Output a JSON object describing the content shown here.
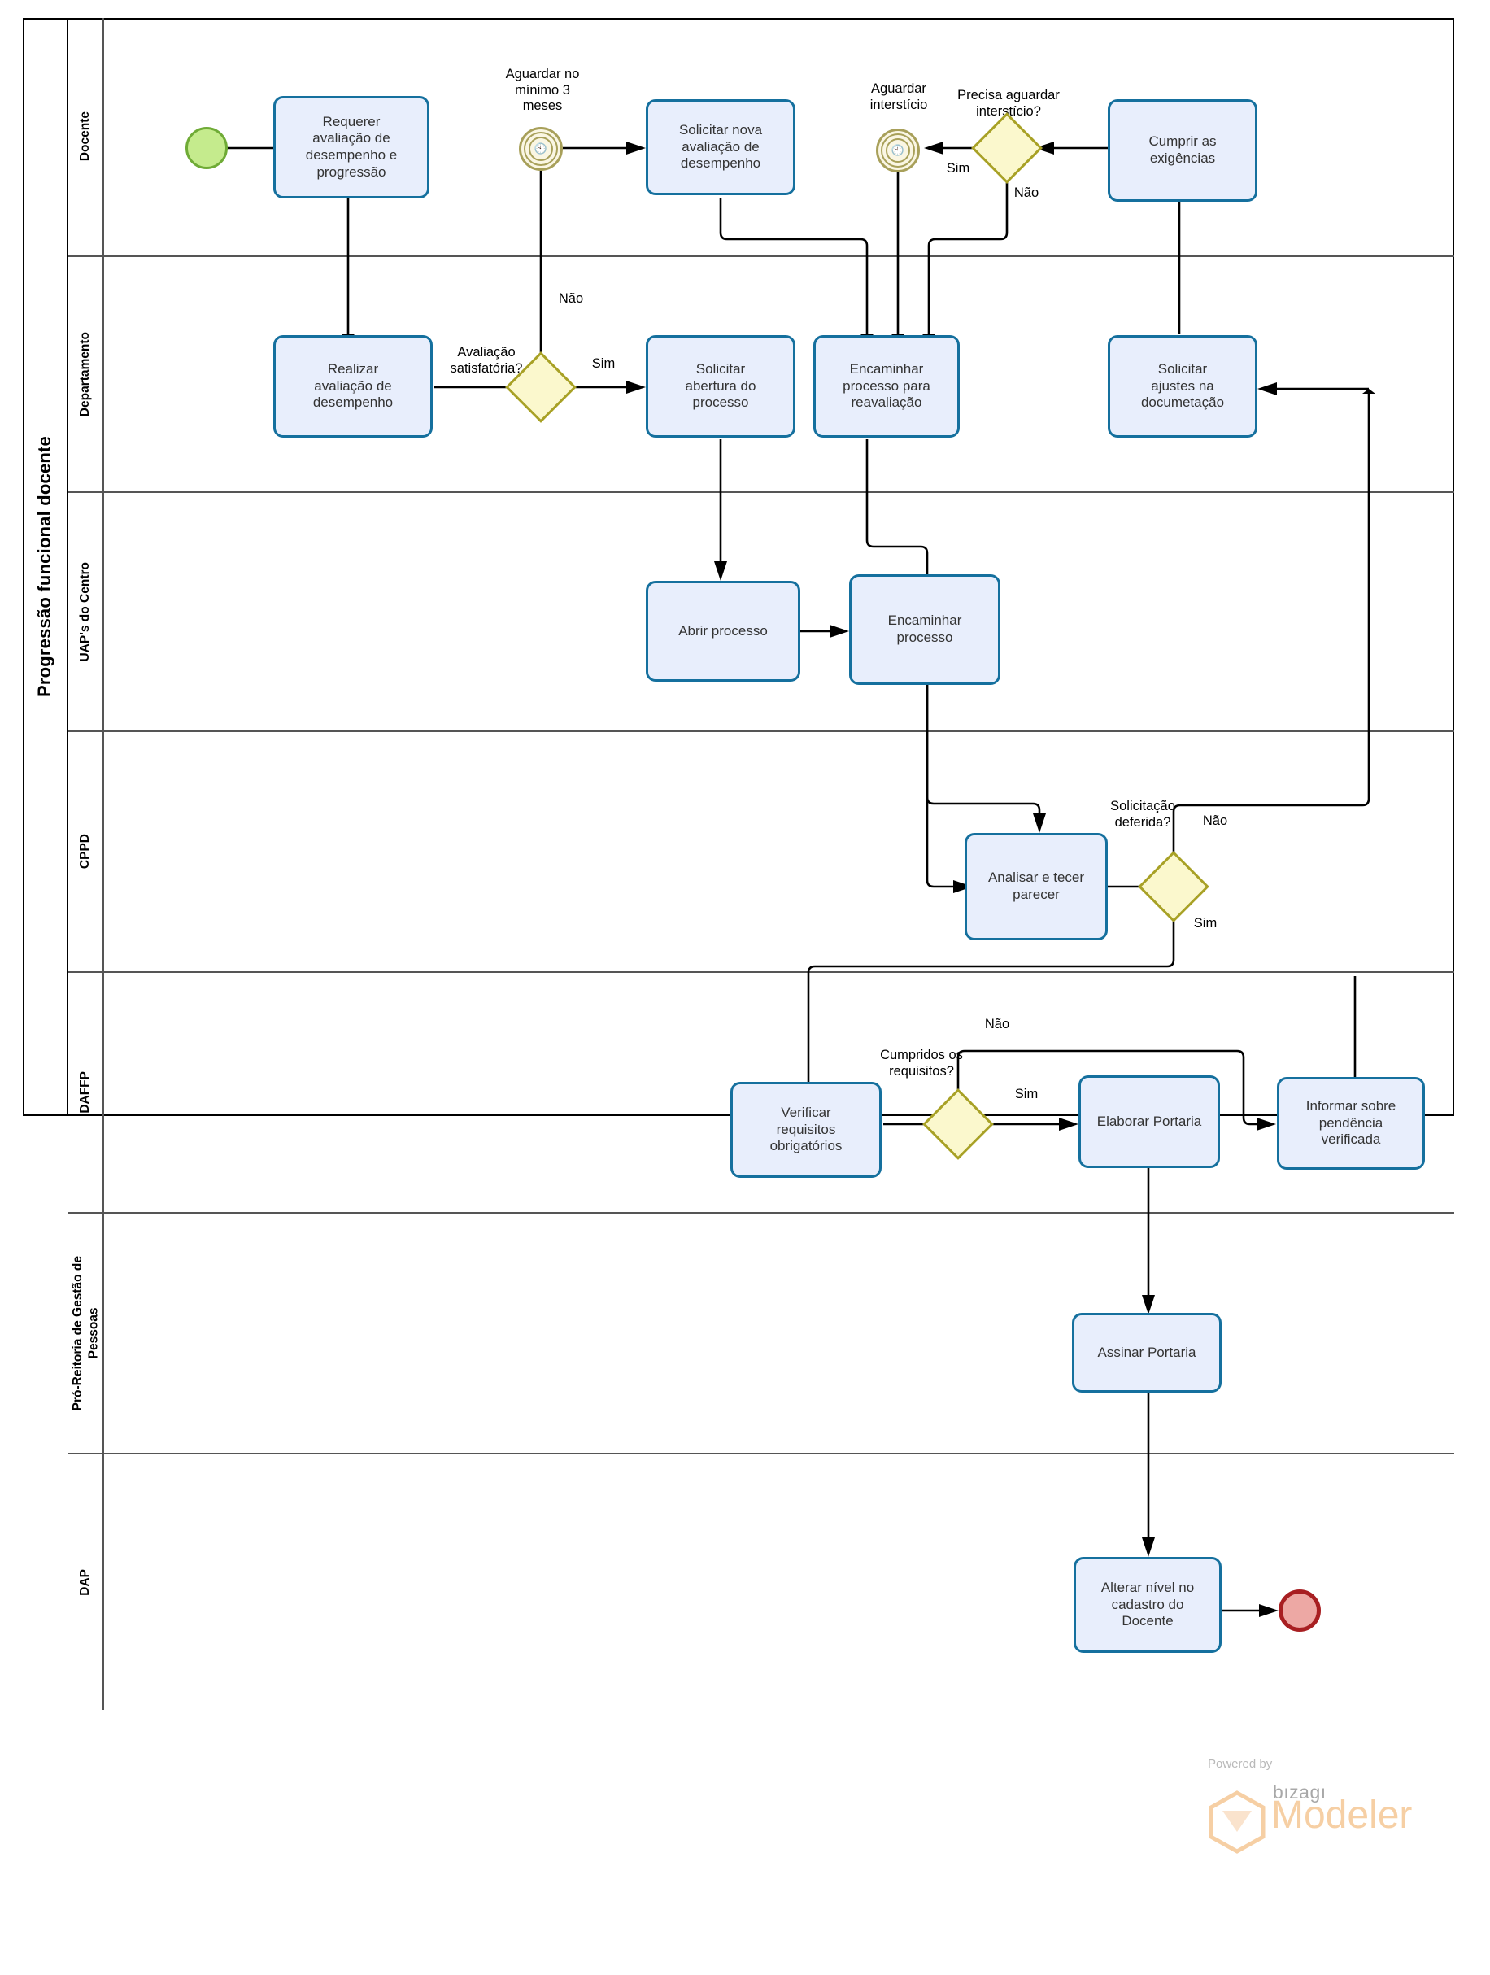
{
  "pool": {
    "title": "Progressão funcional docente"
  },
  "lanes": [
    {
      "id": "docente",
      "label": "Docente"
    },
    {
      "id": "departamento",
      "label": "Departamento"
    },
    {
      "id": "uaps",
      "label": "UAP's do Centro"
    },
    {
      "id": "cppd",
      "label": "CPPD"
    },
    {
      "id": "daffp",
      "label": "DAFFP"
    },
    {
      "id": "progep",
      "label": "Pró-Reitoria de Gestão de\nPessoas"
    },
    {
      "id": "dap",
      "label": "DAP"
    }
  ],
  "tasks": [
    {
      "id": "t1",
      "lane": "docente",
      "label": "Requerer\navaliação de\ndesempenho e\nprogressão"
    },
    {
      "id": "t2",
      "lane": "docente",
      "label": "Solicitar nova\navaliação de\ndesempenho"
    },
    {
      "id": "t3",
      "lane": "docente",
      "label": "Cumprir as\nexigências"
    },
    {
      "id": "t4",
      "lane": "departamento",
      "label": "Realizar\navaliação de\ndesempenho"
    },
    {
      "id": "t5",
      "lane": "departamento",
      "label": "Solicitar\nabertura do\nprocesso"
    },
    {
      "id": "t6",
      "lane": "departamento",
      "label": "Encaminhar\nprocesso para\nreavaliação"
    },
    {
      "id": "t7",
      "lane": "departamento",
      "label": "Solicitar\najustes na\ndocumetação"
    },
    {
      "id": "t8",
      "lane": "uaps",
      "label": "Abrir processo"
    },
    {
      "id": "t9",
      "lane": "uaps",
      "label": "Encaminhar\nprocesso"
    },
    {
      "id": "t10",
      "lane": "cppd",
      "label": "Analisar e tecer\nparecer"
    },
    {
      "id": "t11",
      "lane": "daffp",
      "label": "Verificar\nrequisitos\nobrigatórios"
    },
    {
      "id": "t12",
      "lane": "daffp",
      "label": "Elaborar Portaria"
    },
    {
      "id": "t13",
      "lane": "daffp",
      "label": "Informar sobre\npendência\nverificada"
    },
    {
      "id": "t14",
      "lane": "progep",
      "label": "Assinar Portaria"
    },
    {
      "id": "t15",
      "lane": "dap",
      "label": "Alterar nível no\ncadastro do\nDocente"
    }
  ],
  "gateways": [
    {
      "id": "g1",
      "lane": "docente",
      "label": "Precisa aguardar\ninterstício?"
    },
    {
      "id": "g2",
      "lane": "departamento",
      "label": "Avaliação\nsatisfatória?"
    },
    {
      "id": "g3",
      "lane": "cppd",
      "label": "Solicitação\ndeferida?"
    },
    {
      "id": "g4",
      "lane": "daffp",
      "label": "Cumpridos os\nrequisitos?"
    }
  ],
  "events": [
    {
      "id": "e_start",
      "type": "start",
      "lane": "docente",
      "label": ""
    },
    {
      "id": "e_timer1",
      "type": "timer",
      "lane": "docente",
      "label": "Aguardar no\nmínimo 3\nmeses"
    },
    {
      "id": "e_timer2",
      "type": "timer",
      "lane": "docente",
      "label": "Aguardar\ninterstício"
    },
    {
      "id": "e_end",
      "type": "end",
      "lane": "dap",
      "label": ""
    }
  ],
  "flow_labels": [
    {
      "id": "f_nao1",
      "text": "Não",
      "for": "g2"
    },
    {
      "id": "f_sim1",
      "text": "Sim",
      "for": "g2"
    },
    {
      "id": "f_sim2",
      "text": "Sim",
      "for": "g1"
    },
    {
      "id": "f_nao2",
      "text": "Não",
      "for": "g1"
    },
    {
      "id": "f_nao3",
      "text": "Não",
      "for": "g3"
    },
    {
      "id": "f_sim3",
      "text": "Sim",
      "for": "g3"
    },
    {
      "id": "f_nao4",
      "text": "Não",
      "for": "g4"
    },
    {
      "id": "f_sim4",
      "text": "Sim",
      "for": "g4"
    }
  ],
  "branding": {
    "powered_by": "Powered by",
    "vendor": "bızagı",
    "product": "Modeler"
  },
  "colors": {
    "task_fill": "#e8eefc",
    "task_stroke": "#15709e",
    "gateway_fill": "#fbf8cd",
    "gateway_stroke": "#a8a126",
    "start_fill": "#c5eb8d",
    "start_stroke": "#6fab36",
    "end_fill": "#eda8a4",
    "end_stroke": "#a81f22",
    "timer_fill": "#faf6e3",
    "timer_stroke": "#a8a05a",
    "brand_orange": "#f6cfa4"
  }
}
